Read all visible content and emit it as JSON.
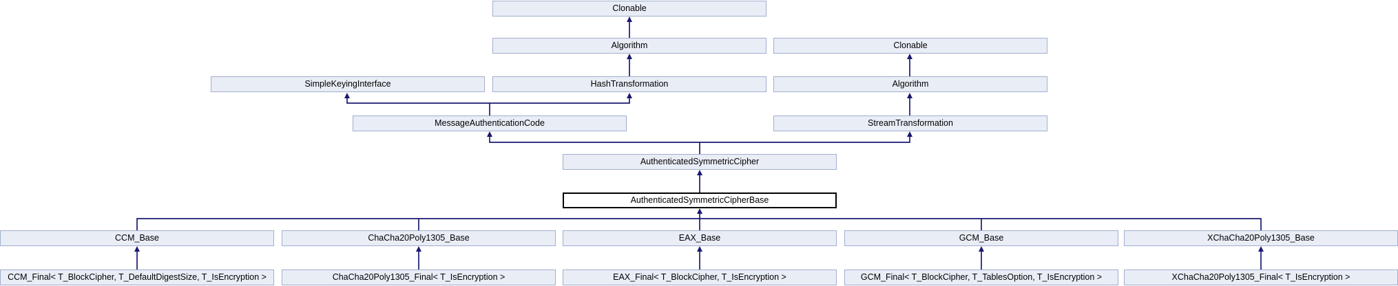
{
  "diagram": {
    "type": "class-inheritance-graph",
    "highlighted_class": "AuthenticatedSymmetricCipherBase",
    "colors": {
      "node_fill": "#E9EDF6",
      "node_border": "#A0AECE",
      "highlight_fill": "#FFFFFF",
      "highlight_border": "#000000",
      "edge": "#191970",
      "text": "#000000",
      "background": "#FFFFFF"
    },
    "nodes": [
      {
        "id": "clonable-1",
        "label": "Clonable"
      },
      {
        "id": "algorithm-1",
        "label": "Algorithm"
      },
      {
        "id": "clonable-2",
        "label": "Clonable"
      },
      {
        "id": "simple-keying-interface",
        "label": "SimpleKeyingInterface"
      },
      {
        "id": "hash-transformation",
        "label": "HashTransformation"
      },
      {
        "id": "algorithm-2",
        "label": "Algorithm"
      },
      {
        "id": "message-authentication-code",
        "label": "MessageAuthenticationCode"
      },
      {
        "id": "stream-transformation",
        "label": "StreamTransformation"
      },
      {
        "id": "authenticated-symmetric-cipher",
        "label": "AuthenticatedSymmetricCipher"
      },
      {
        "id": "authenticated-symmetric-cipher-base",
        "label": "AuthenticatedSymmetricCipherBase",
        "highlighted": true
      },
      {
        "id": "ccm-base",
        "label": "CCM_Base"
      },
      {
        "id": "chacha20poly1305-base",
        "label": "ChaCha20Poly1305_Base"
      },
      {
        "id": "eax-base",
        "label": "EAX_Base"
      },
      {
        "id": "gcm-base",
        "label": "GCM_Base"
      },
      {
        "id": "xchacha20poly1305-base",
        "label": "XChaCha20Poly1305_Base"
      },
      {
        "id": "ccm-final",
        "label": "CCM_Final< T_BlockCipher, T_DefaultDigestSize, T_IsEncryption >"
      },
      {
        "id": "chacha20poly1305-final",
        "label": "ChaCha20Poly1305_Final< T_IsEncryption >"
      },
      {
        "id": "eax-final",
        "label": "EAX_Final< T_BlockCipher, T_IsEncryption >"
      },
      {
        "id": "gcm-final",
        "label": "GCM_Final< T_BlockCipher, T_TablesOption, T_IsEncryption >"
      },
      {
        "id": "xchacha20poly1305-final",
        "label": "XChaCha20Poly1305_Final< T_IsEncryption >"
      }
    ],
    "edges": [
      {
        "from": "algorithm-1",
        "to": "clonable-1"
      },
      {
        "from": "hash-transformation",
        "to": "algorithm-1"
      },
      {
        "from": "algorithm-2",
        "to": "clonable-2"
      },
      {
        "from": "message-authentication-code",
        "to": "simple-keying-interface"
      },
      {
        "from": "message-authentication-code",
        "to": "hash-transformation"
      },
      {
        "from": "stream-transformation",
        "to": "algorithm-2"
      },
      {
        "from": "authenticated-symmetric-cipher",
        "to": "message-authentication-code"
      },
      {
        "from": "authenticated-symmetric-cipher",
        "to": "stream-transformation"
      },
      {
        "from": "authenticated-symmetric-cipher-base",
        "to": "authenticated-symmetric-cipher"
      },
      {
        "from": "ccm-base",
        "to": "authenticated-symmetric-cipher-base"
      },
      {
        "from": "chacha20poly1305-base",
        "to": "authenticated-symmetric-cipher-base"
      },
      {
        "from": "eax-base",
        "to": "authenticated-symmetric-cipher-base"
      },
      {
        "from": "gcm-base",
        "to": "authenticated-symmetric-cipher-base"
      },
      {
        "from": "xchacha20poly1305-base",
        "to": "authenticated-symmetric-cipher-base"
      },
      {
        "from": "ccm-final",
        "to": "ccm-base"
      },
      {
        "from": "chacha20poly1305-final",
        "to": "chacha20poly1305-base"
      },
      {
        "from": "eax-final",
        "to": "eax-base"
      },
      {
        "from": "gcm-final",
        "to": "gcm-base"
      },
      {
        "from": "xchacha20poly1305-final",
        "to": "xchacha20poly1305-base"
      }
    ]
  }
}
